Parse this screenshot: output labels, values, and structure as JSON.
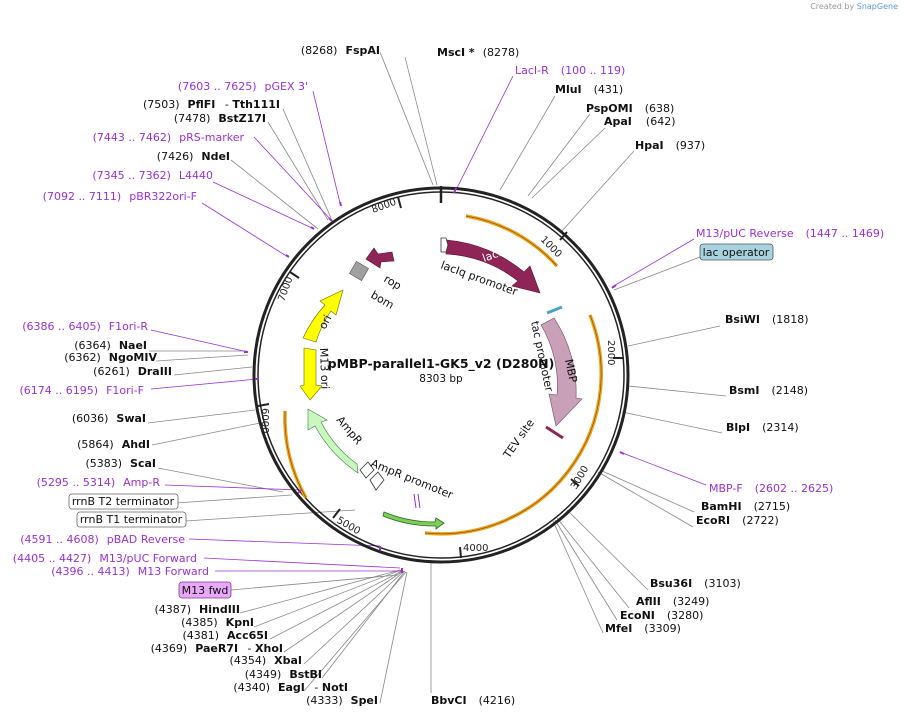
{
  "credit": {
    "prefix": "Created by",
    "brand": "SnapGene"
  },
  "plasmid": {
    "name": "pMBP-parallel1-GK5_v2 (D280N)",
    "length": "8303 bp",
    "total_bp": 8303
  },
  "tick_labels": [
    "1000",
    "2000",
    "3000",
    "4000",
    "5000",
    "6000",
    "7000",
    "8000"
  ],
  "colors": {
    "backbone": "#222222",
    "primer": "#9b30d9",
    "lacI": "#8e2556",
    "mbp": "#c8a0b8",
    "ori": "#ffff00",
    "ampr": "#c8f7c0",
    "promoter": "#ffffff",
    "orange": "#f2a21b",
    "lacop": "#a7d3e0",
    "m13fwd": "#e8a7f7",
    "rop": "#8e2556",
    "bom": "#a0a0a0"
  },
  "right_enzymes": [
    {
      "name": "MscI *",
      "pos": "(8278)"
    },
    {
      "name": "MluI",
      "pos": "(431)"
    },
    {
      "name": "PspOMI",
      "pos": "(638)"
    },
    {
      "name": "ApaI",
      "pos": "(642)"
    },
    {
      "name": "HpaI",
      "pos": "(937)"
    },
    {
      "name": "BsiWI",
      "pos": "(1818)"
    },
    {
      "name": "BsmI",
      "pos": "(2148)"
    },
    {
      "name": "BlpI",
      "pos": "(2314)"
    },
    {
      "name": "BamHI",
      "pos": "(2715)"
    },
    {
      "name": "EcoRI",
      "pos": "(2722)"
    },
    {
      "name": "Bsu36I",
      "pos": "(3103)"
    },
    {
      "name": "AflII",
      "pos": "(3249)"
    },
    {
      "name": "EcoNI",
      "pos": "(3280)"
    },
    {
      "name": "MfeI",
      "pos": "(3309)"
    },
    {
      "name": "BbvCI",
      "pos": "(4216)"
    }
  ],
  "right_primers": [
    {
      "name": "LacI-R",
      "range": "(100 .. 119)"
    },
    {
      "name": "M13/pUC Reverse",
      "range": "(1447 .. 1469)"
    },
    {
      "name": "MBP-F",
      "range": "(2602 .. 2625)"
    }
  ],
  "left_enzymes": [
    {
      "name": "FspAI",
      "pos": "(8268)"
    },
    {
      "name": "PflFI",
      "pos": "(7503)",
      "alt": "Tth111I"
    },
    {
      "name": "BstZ17I",
      "pos": "(7478)"
    },
    {
      "name": "NdeI",
      "pos": "(7426)"
    },
    {
      "name": "NaeI",
      "pos": "(6364)"
    },
    {
      "name": "NgoMIV",
      "pos": "(6362)"
    },
    {
      "name": "DraIII",
      "pos": "(6261)"
    },
    {
      "name": "SwaI",
      "pos": "(6036)"
    },
    {
      "name": "AhdI",
      "pos": "(5864)"
    },
    {
      "name": "ScaI",
      "pos": "(5383)"
    },
    {
      "name": "HindIII",
      "pos": "(4387)"
    },
    {
      "name": "KpnI",
      "pos": "(4385)"
    },
    {
      "name": "Acc65I",
      "pos": "(4381)"
    },
    {
      "name": "PaeR7I",
      "pos": "(4369)",
      "alt": "XhoI"
    },
    {
      "name": "XbaI",
      "pos": "(4354)"
    },
    {
      "name": "BstBI",
      "pos": "(4349)"
    },
    {
      "name": "EagI",
      "pos": "(4340)",
      "alt": "NotI"
    },
    {
      "name": "SpeI",
      "pos": "(4333)"
    }
  ],
  "left_primers": [
    {
      "name": "pGEX 3'",
      "range": "(7603 .. 7625)"
    },
    {
      "name": "pRS-marker",
      "range": "(7443 .. 7462)"
    },
    {
      "name": "L4440",
      "range": "(7345 .. 7362)"
    },
    {
      "name": "pBR322ori-F",
      "range": "(7092 .. 7111)"
    },
    {
      "name": "F1ori-R",
      "range": "(6386 .. 6405)"
    },
    {
      "name": "F1ori-F",
      "range": "(6174 .. 6195)"
    },
    {
      "name": "Amp-R",
      "range": "(5295 .. 5314)"
    },
    {
      "name": "pBAD Reverse",
      "range": "(4591 .. 4608)"
    },
    {
      "name": "M13/pUC Forward",
      "range": "(4405 .. 4427)"
    },
    {
      "name": "M13 Forward",
      "range": "(4396 .. 4413)"
    }
  ],
  "boxed": {
    "lac_operator": "lac operator",
    "rrnb_t2": "rrnB T2 terminator",
    "rrnb_t1": "rrnB T1 terminator",
    "m13_fwd": "M13 fwd"
  },
  "features": {
    "lacI": "lacI",
    "lacIq_promoter": "lacIq promoter",
    "tac_promoter": "tac promoter",
    "mbp": "MBP",
    "tev_site": "TEV site",
    "rop": "rop",
    "bom": "bom",
    "ori": "ori",
    "m13_ori": "M13 ori",
    "ampr": "AmpR",
    "ampr_promoter": "AmpR promoter"
  }
}
